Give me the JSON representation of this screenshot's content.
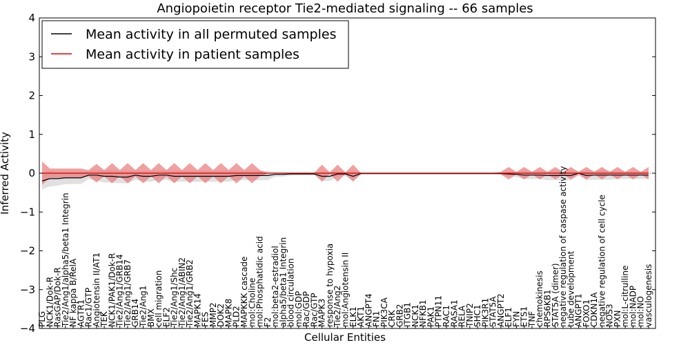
{
  "chart_data": {
    "type": "line",
    "title": "Angiopoietin receptor Tie2-mediated signaling -- 66 samples",
    "xlabel": "Cellular Entities",
    "ylabel": "Inferred Activity",
    "ylim": [
      -4,
      4
    ],
    "yticks": [
      -4,
      -3,
      -2,
      -1,
      0,
      1,
      2,
      3,
      4
    ],
    "grid": false,
    "legend_position": "top-left",
    "colors": {
      "permuted_line": "#000000",
      "permuted_band": "#bbbbbb",
      "patient_line": "#dd0000",
      "patient_band": "#e87878",
      "zero_line": "#dd0000"
    },
    "categories": [
      "PLG",
      "NCK1/Dok-R",
      "RasGAP/Dok-R",
      "Tie2/Ang1/alpha5/beta1 Integrin",
      "NF kappa B/RelA",
      "AGTR1",
      "Rac1/GTP",
      "Angiotensin II/AT1",
      "TEK",
      "NCK1/PAK1/Dok-R",
      "Tie2/Ang1/GRB14",
      "Tie2/Ang1/GRB7",
      "GRB14",
      "Tie2/Ang1",
      "BMX",
      "cell migration",
      "ELF2",
      "Tie2/Ang1/Shc",
      "Tie2/Ang1/ABIN2",
      "Tie2/Ang1/GRB2",
      "MAPK14",
      "FES",
      "MMP2",
      "DOK2",
      "MAPK8",
      "PLD2",
      "MAPKKK cascade",
      "mol:Choline",
      "mol:Phosphatidic acid",
      "F2",
      "mol:beta2-estradiol",
      "alpha5/beta1 Integrin",
      "blood circulation",
      "mol:GDP",
      "Rac/GDP",
      "Rac/GTP",
      "MAPK3",
      "response to hypoxia",
      "Tie2/Ang2",
      "mol:Angiotensin II",
      "ELK1",
      "AKT1",
      "ANGPT4",
      "FN1",
      "PIK3CA",
      "CRK",
      "GRB2",
      "ITGB1",
      "NCK1",
      "NFKB1",
      "PAK1",
      "PTPN11",
      "RAC1",
      "RASA1",
      "RELA",
      "TNIP2",
      "SHC1",
      "PIK3R1",
      "STAT5A",
      "ANGPT2",
      "ELF1",
      "FYN",
      "ETS1",
      "TNF",
      "chemokinesis",
      "RPS6KB1",
      "STAT5A (dimer)",
      "negative regulation of caspase activity",
      "tube development",
      "ANGPT1",
      "FOXO1",
      "CDKN1A",
      "negative regulation of cell cycle",
      "NOS3",
      "PXN",
      "mol:L-citrulline",
      "mol:NADP",
      "mol:NO",
      "vasculogenesis"
    ],
    "series": [
      {
        "name": "Mean activity in all permuted samples",
        "values": [
          -0.2,
          -0.14,
          -0.14,
          -0.12,
          -0.12,
          -0.12,
          -0.05,
          -0.05,
          -0.08,
          -0.08,
          -0.1,
          -0.1,
          -0.05,
          -0.08,
          -0.08,
          -0.05,
          -0.05,
          -0.08,
          -0.08,
          -0.08,
          -0.08,
          -0.08,
          -0.08,
          -0.08,
          -0.08,
          -0.06,
          -0.06,
          -0.06,
          -0.06,
          -0.06,
          -0.03,
          -0.03,
          -0.02,
          -0.02,
          -0.02,
          -0.02,
          -0.08,
          -0.08,
          -0.02,
          -0.02,
          -0.08,
          -0.01,
          -0.01,
          -0.01,
          -0.01,
          -0.01,
          -0.01,
          -0.01,
          -0.01,
          -0.01,
          -0.01,
          -0.01,
          -0.01,
          -0.01,
          -0.01,
          -0.01,
          -0.01,
          -0.01,
          -0.01,
          -0.01,
          -0.02,
          -0.03,
          -0.05,
          -0.05,
          -0.05,
          -0.06,
          -0.06,
          -0.06,
          -0.06,
          0.0,
          -0.06,
          -0.05,
          -0.05,
          -0.05,
          -0.05,
          -0.05,
          -0.05,
          -0.05,
          -0.05
        ],
        "band": [
          0.22,
          0.2,
          0.18,
          0.16,
          0.16,
          0.16,
          0.1,
          0.14,
          0.16,
          0.16,
          0.16,
          0.16,
          0.12,
          0.14,
          0.14,
          0.12,
          0.12,
          0.14,
          0.14,
          0.14,
          0.14,
          0.14,
          0.14,
          0.14,
          0.14,
          0.12,
          0.12,
          0.12,
          0.12,
          0.12,
          0.06,
          0.06,
          0.04,
          0.04,
          0.04,
          0.04,
          0.12,
          0.12,
          0.06,
          0.06,
          0.12,
          0.03,
          0.03,
          0.03,
          0.03,
          0.03,
          0.03,
          0.03,
          0.03,
          0.03,
          0.03,
          0.03,
          0.03,
          0.03,
          0.03,
          0.03,
          0.03,
          0.03,
          0.03,
          0.03,
          0.05,
          0.07,
          0.1,
          0.1,
          0.1,
          0.12,
          0.12,
          0.12,
          0.12,
          0.06,
          0.12,
          0.12,
          0.12,
          0.12,
          0.1,
          0.1,
          0.1,
          0.1,
          0.1
        ]
      },
      {
        "name": "Mean activity in patient samples",
        "values": [
          0.0,
          0.0,
          0.0,
          0.0,
          0.0,
          0.0,
          0.0,
          0.0,
          0.0,
          0.0,
          0.0,
          0.0,
          0.0,
          0.0,
          0.0,
          0.0,
          0.0,
          0.0,
          0.0,
          0.0,
          0.0,
          0.0,
          0.0,
          0.0,
          0.0,
          0.0,
          0.0,
          0.0,
          0.0,
          0.0,
          0.0,
          0.0,
          0.0,
          0.0,
          0.0,
          0.0,
          0.0,
          0.0,
          0.0,
          0.0,
          0.0,
          0.0,
          0.0,
          0.0,
          0.0,
          0.0,
          0.0,
          0.0,
          0.0,
          0.0,
          0.0,
          0.0,
          0.0,
          0.0,
          0.0,
          0.0,
          0.0,
          0.0,
          0.0,
          0.0,
          0.0,
          0.0,
          0.0,
          0.0,
          0.0,
          0.0,
          0.0,
          0.0,
          0.0,
          0.0,
          0.0,
          0.0,
          0.0,
          0.0,
          0.0,
          0.0,
          0.0,
          0.0,
          0.0
        ],
        "band": [
          0.3,
          0.12,
          0.12,
          0.12,
          0.12,
          0.12,
          0.08,
          0.24,
          0.08,
          0.26,
          0.08,
          0.26,
          0.08,
          0.26,
          0.08,
          0.26,
          0.08,
          0.26,
          0.08,
          0.26,
          0.08,
          0.26,
          0.08,
          0.26,
          0.08,
          0.26,
          0.08,
          0.26,
          0.08,
          0.01,
          0.01,
          0.01,
          0.01,
          0.01,
          0.01,
          0.01,
          0.22,
          0.02,
          0.22,
          0.02,
          0.22,
          0.01,
          0.01,
          0.01,
          0.01,
          0.01,
          0.01,
          0.01,
          0.01,
          0.01,
          0.01,
          0.01,
          0.01,
          0.01,
          0.01,
          0.01,
          0.01,
          0.01,
          0.01,
          0.03,
          0.16,
          0.03,
          0.16,
          0.03,
          0.16,
          0.03,
          0.16,
          0.03,
          0.16,
          0.03,
          0.16,
          0.03,
          0.16,
          0.03,
          0.16,
          0.03,
          0.16,
          0.03,
          0.16
        ]
      }
    ]
  }
}
